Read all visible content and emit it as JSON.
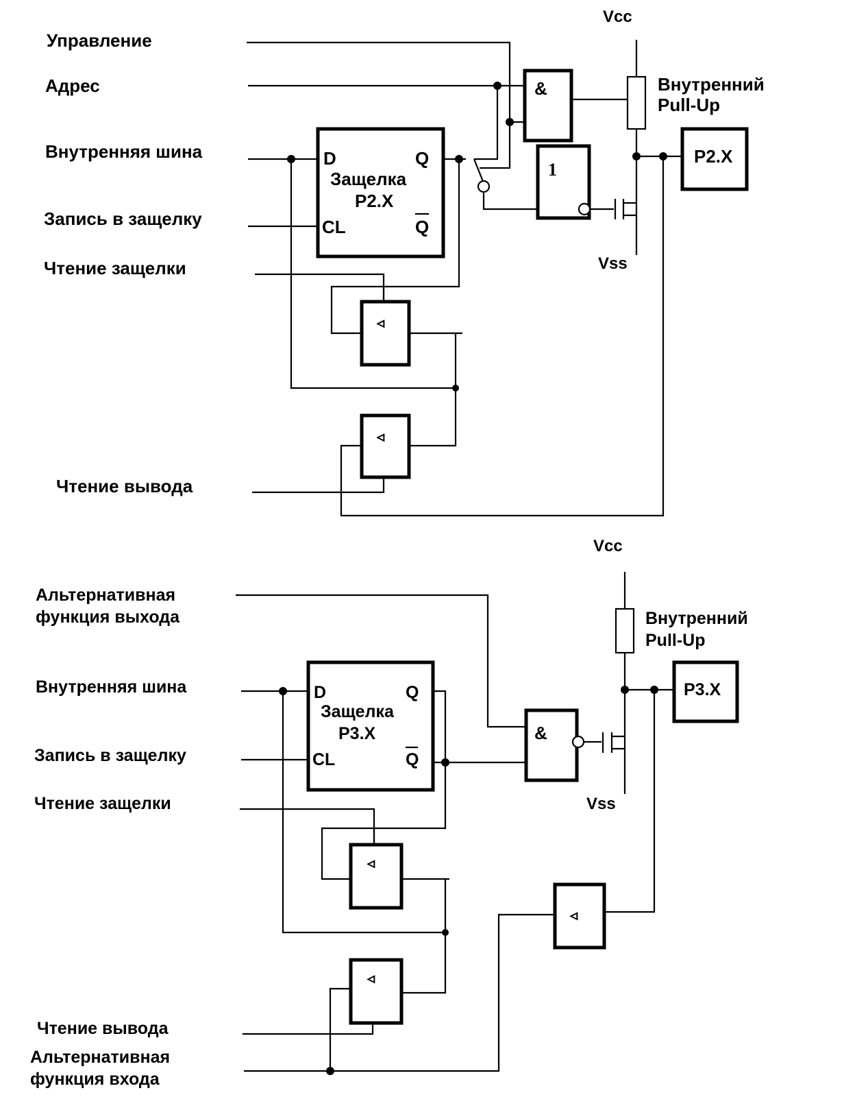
{
  "top": {
    "supply_top": "Vcc",
    "supply_bottom": "Vss",
    "pullup_line1": "Внутренний",
    "pullup_line2": "Pull-Up",
    "pin": "P2.X",
    "inputs": {
      "control": "Управление",
      "address": "Адрес",
      "bus": "Внутренняя  шина",
      "write": "Запись в защелку",
      "read_latch": "Чтение защелки",
      "read_pin": "Чтение вывода"
    },
    "latch": {
      "d": "D",
      "q": "Q",
      "cl": "CL",
      "qbar": "Q",
      "name": "Защелка",
      "port": "P2.X"
    },
    "and_symbol": "&",
    "not_symbol": "1",
    "buffer_symbol": "◃"
  },
  "bottom": {
    "supply_top": "Vcc",
    "supply_bottom": "Vss",
    "pullup_line1": "Внутренний",
    "pullup_line2": "Pull-Up",
    "pin": "P3.X",
    "inputs": {
      "alt_out_1": "Альтернативная",
      "alt_out_2": "функция выхода",
      "bus": "Внутренняя шина",
      "write": "Запись в защелку",
      "read_latch": "Чтение защелки",
      "read_pin": "Чтение вывода",
      "alt_in_1": "Альтернативная",
      "alt_in_2": "функция входа"
    },
    "latch": {
      "d": "D",
      "q": "Q",
      "cl": "CL",
      "qbar": "Q",
      "name": "Защелка",
      "port": "P3.X"
    },
    "and_symbol": "&",
    "buffer_symbol": "◃"
  }
}
